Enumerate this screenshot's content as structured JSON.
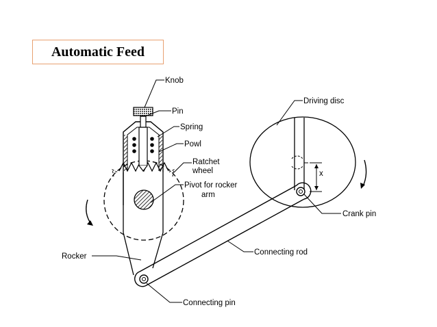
{
  "title": "Automatic Feed",
  "labels": {
    "knob": "Knob",
    "pin": "Pin",
    "spring": "Spring",
    "powl": "Powl",
    "ratchet_line1": "Ratchet",
    "ratchet_line2": "wheel",
    "pivot_line1": "Pivot for rocker",
    "pivot_line2": "arm",
    "driving_disc": "Driving disc",
    "x": "x",
    "crank_pin": "Crank pin",
    "rocker": "Rocker",
    "connecting_rod": "Connecting rod",
    "connecting_pin": "Connecting pin"
  },
  "colors": {
    "ink": "#000000",
    "title_border": "#e8a070",
    "background": "#ffffff"
  }
}
